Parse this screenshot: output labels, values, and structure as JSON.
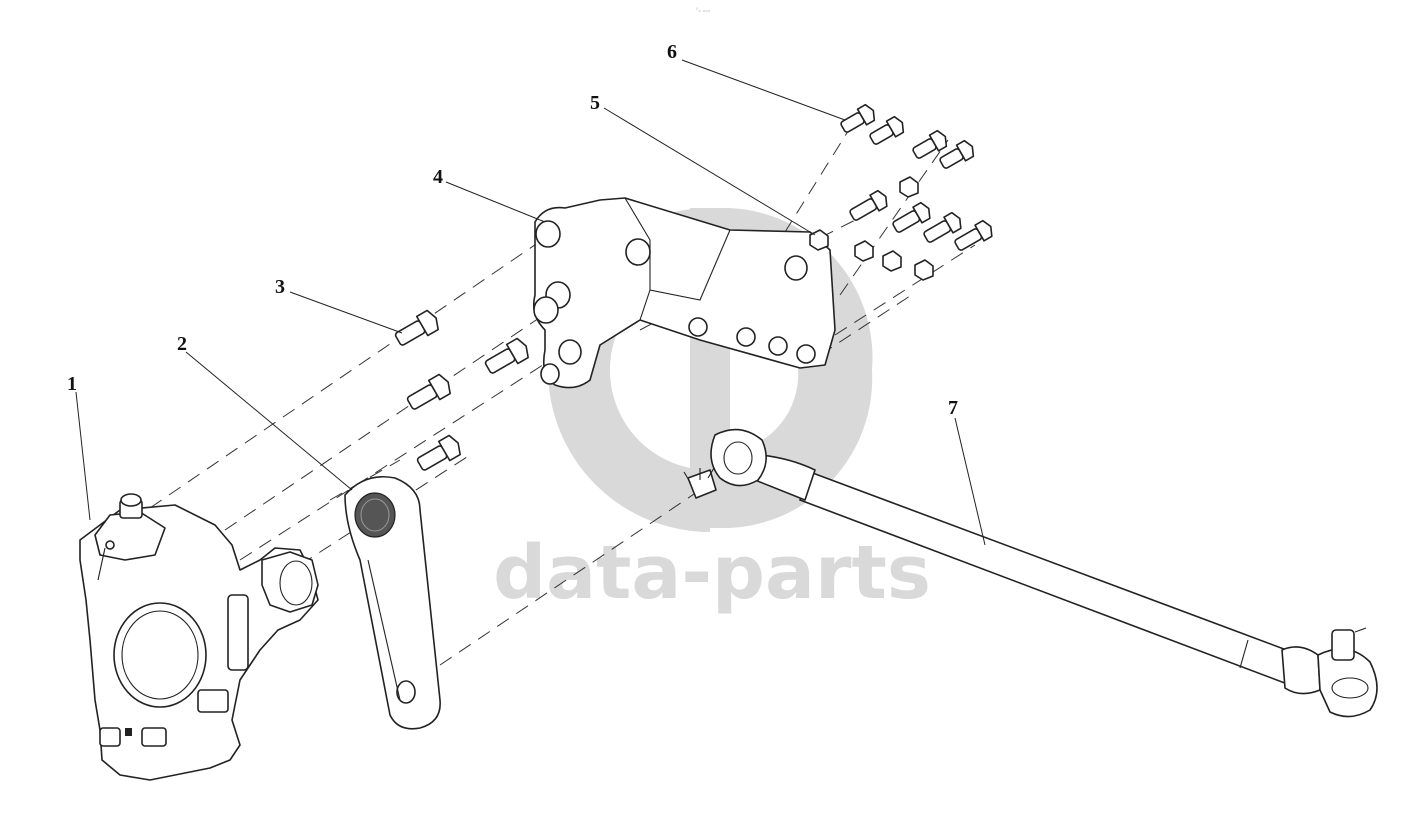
{
  "watermark": {
    "text": "data-parts",
    "color": "#d9d9d9"
  },
  "top_mark": "⁰ₒ ₒₒₒ",
  "callouts": [
    {
      "id": "1",
      "label": "1"
    },
    {
      "id": "2",
      "label": "2"
    },
    {
      "id": "3",
      "label": "3"
    },
    {
      "id": "4",
      "label": "4"
    },
    {
      "id": "5",
      "label": "5"
    },
    {
      "id": "6",
      "label": "6"
    },
    {
      "id": "7",
      "label": "7"
    }
  ]
}
